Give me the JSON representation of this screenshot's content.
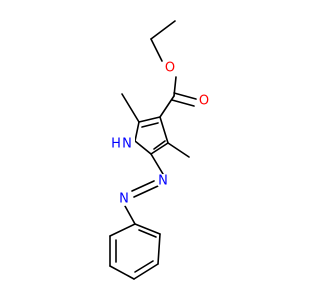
{
  "molecule": {
    "atoms": {
      "carbonyl_O": "O",
      "ester_O": "O",
      "pyrrole_N": "N",
      "pyrrole_H": "H",
      "azo_N1": "N",
      "azo_N2": "N"
    },
    "colors": {
      "bond": "#000000",
      "oxygen": "#ff0000",
      "nitrogen": "#0000ff"
    }
  }
}
